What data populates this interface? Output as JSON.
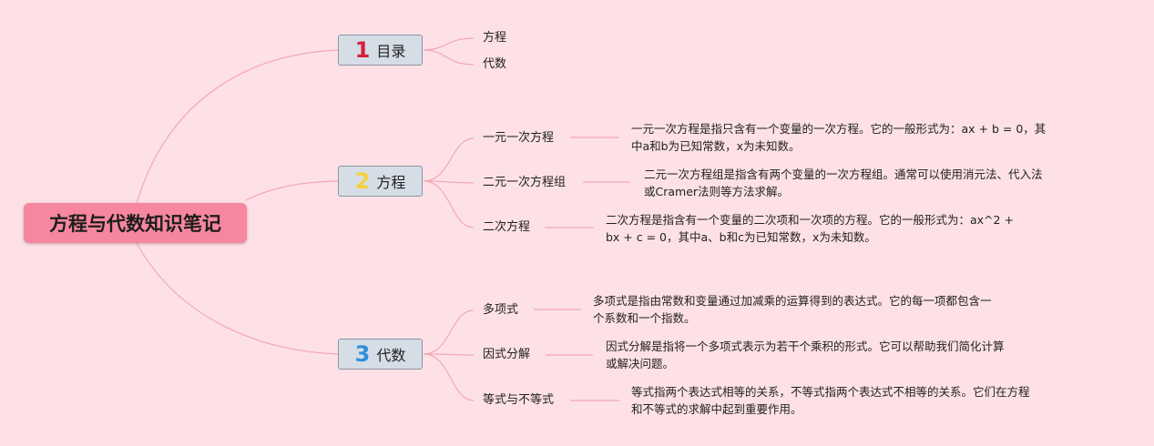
{
  "root": {
    "title": "方程与代数知识笔记"
  },
  "topics": [
    {
      "number": "1",
      "number_color": "#d71f3c",
      "label": "目录",
      "children": [
        {
          "label": "方程"
        },
        {
          "label": "代数"
        }
      ]
    },
    {
      "number": "2",
      "number_color": "#f5d23c",
      "label": "方程",
      "children": [
        {
          "label": "一元一次方程",
          "desc": [
            "一元一次方程是指只含有一个变量的一次方程。它的一般形式为：ax + b = 0，其",
            "中a和b为已知常数，x为未知数。"
          ]
        },
        {
          "label": "二元一次方程组",
          "desc": [
            "二元一次方程组是指含有两个变量的一次方程组。通常可以使用消元法、代入法",
            "或Cramer法则等方法求解。"
          ]
        },
        {
          "label": "二次方程",
          "desc": [
            "二次方程是指含有一个变量的二次项和一次项的方程。它的一般形式为：ax^2 +",
            "bx + c = 0，其中a、b和c为已知常数，x为未知数。"
          ]
        }
      ]
    },
    {
      "number": "3",
      "number_color": "#2f8fdc",
      "label": "代数",
      "children": [
        {
          "label": "多项式",
          "desc": [
            "多项式是指由常数和变量通过加减乘的运算得到的表达式。它的每一项都包含一",
            "个系数和一个指数。"
          ]
        },
        {
          "label": "因式分解",
          "desc": [
            "因式分解是指将一个多项式表示为若干个乘积的形式。它可以帮助我们简化计算",
            "或解决问题。"
          ]
        },
        {
          "label": "等式与不等式",
          "desc": [
            "等式指两个表达式相等的关系，不等式指两个表达式不相等的关系。它们在方程",
            "和不等式的求解中起到重要作用。"
          ]
        }
      ]
    }
  ],
  "colors": {
    "background": "#fde1e6",
    "root_fill": "#f6879e",
    "topic_fill": "#d5dde6",
    "connector": "#f2a7b7"
  }
}
